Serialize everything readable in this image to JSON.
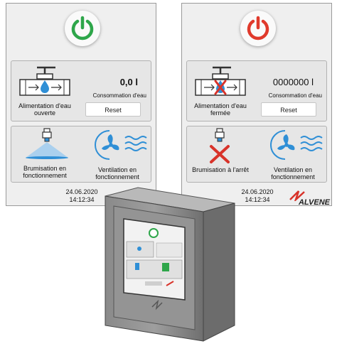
{
  "left_panel": {
    "power_state": "on",
    "power_color": "#2ea64a",
    "water_valve_label": "Alimentation d'eau ouverte",
    "consumption_value": "0,0 l",
    "consumption_label": "Consommation d'eau",
    "reset_label": "Reset",
    "misting_label": "Brumisation en fonctionnement",
    "ventilation_label": "Ventilation en fonctionnement",
    "date": "24.06.2020",
    "time": "14:12:34"
  },
  "right_panel": {
    "power_state": "off",
    "power_color": "#e03a2c",
    "water_valve_label": "Alimentation d'eau fermée",
    "consumption_value": "0000000 l",
    "consumption_label": "Consommation d'eau",
    "reset_label": "Reset",
    "misting_label": "Brumisation à l'arrêt",
    "ventilation_label": "Ventilation en fonctionnement",
    "date": "24.06.2020",
    "time": "14:12:34",
    "brand": "ALVENE"
  },
  "colors": {
    "accent_blue": "#2f8fd6",
    "stop_red": "#d8332a",
    "panel_bg": "#efefef",
    "card_bg": "#e6e6e6"
  },
  "icons": [
    "power-icon",
    "water-valve-icon",
    "misting-nozzle-icon",
    "ventilation-fan-icon",
    "stop-cross-icon"
  ]
}
